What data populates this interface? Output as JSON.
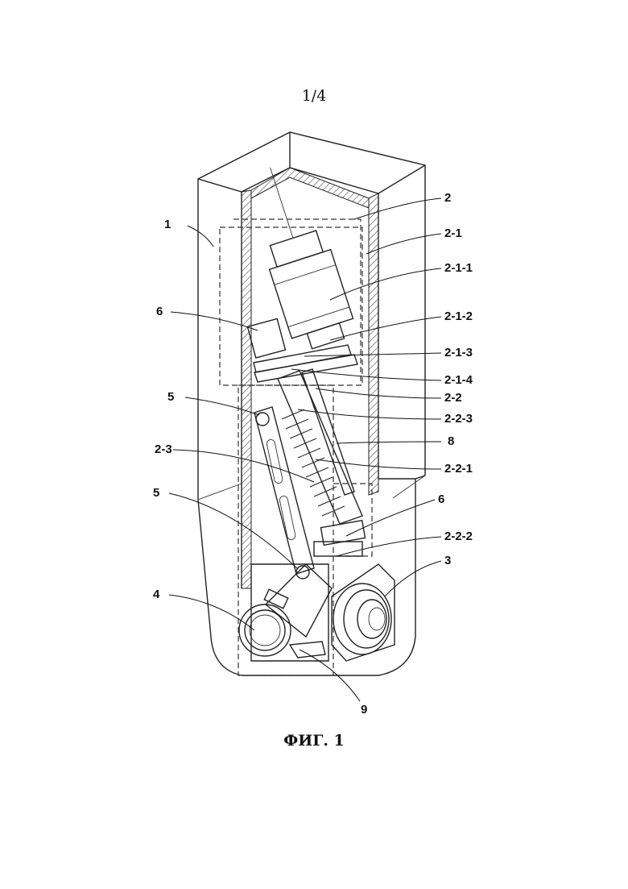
{
  "page_number": "1/4",
  "caption": "ФИГ. 1",
  "callouts": {
    "c1": "1",
    "c2": "2",
    "c2_1": "2-1",
    "c2_1_1": "2-1-1",
    "c2_1_2": "2-1-2",
    "c2_1_3": "2-1-3",
    "c2_1_4": "2-1-4",
    "c2_2": "2-2",
    "c2_2_3": "2-2-3",
    "c8": "8",
    "c2_2_1": "2-2-1",
    "c6_top": "6",
    "c6_bottom": "6",
    "c2_2_2": "2-2-2",
    "c3": "3",
    "c5_top": "5",
    "c5_bottom": "5",
    "c2_3": "2-3",
    "c4": "4",
    "c9": "9"
  }
}
